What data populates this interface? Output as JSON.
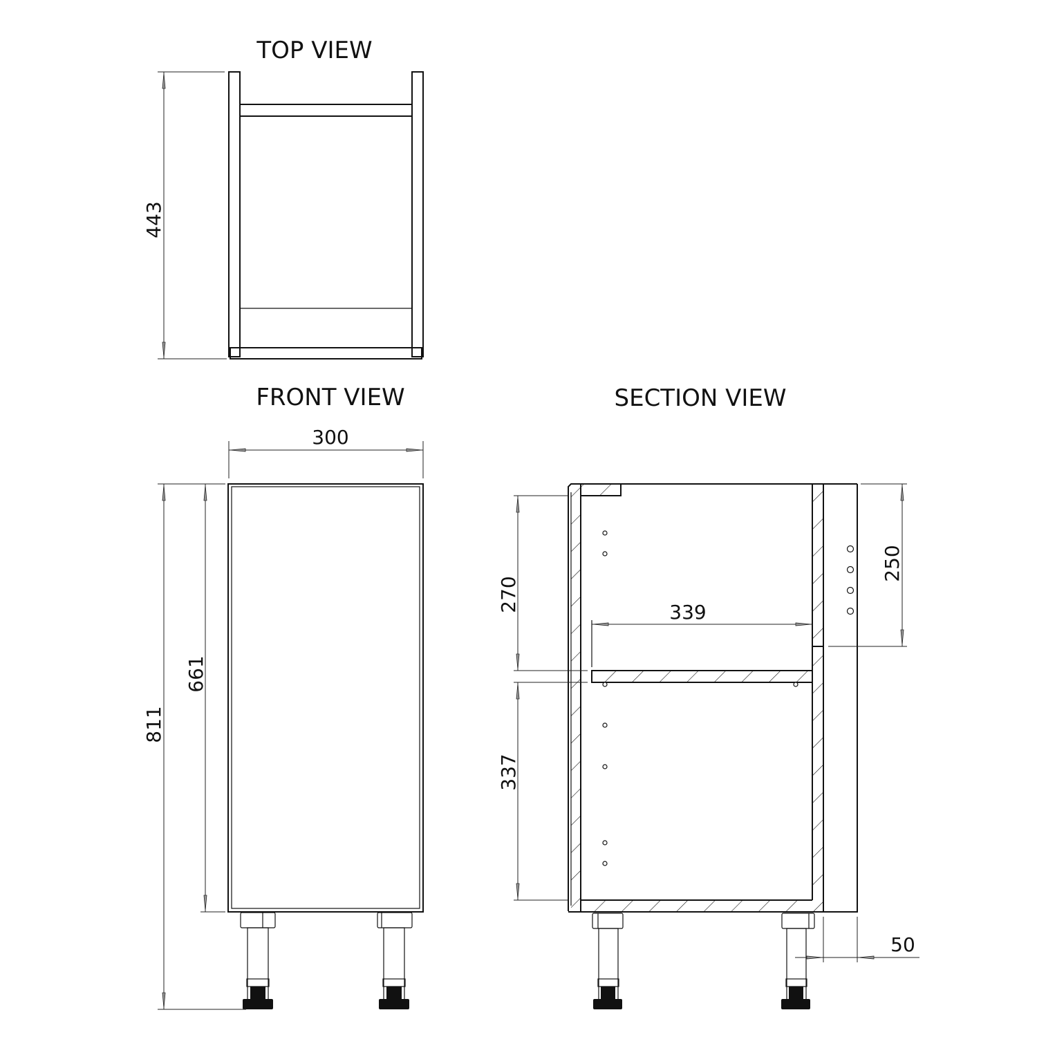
{
  "views": {
    "top": {
      "title": "TOP VIEW",
      "depth_label": "443"
    },
    "front": {
      "title": "FRONT VIEW",
      "width_label": "300",
      "height_label": "811",
      "door_label": "661"
    },
    "section": {
      "title": "SECTION VIEW",
      "upper_label": "270",
      "lower_label": "337",
      "shelf_depth_label": "339",
      "back_gap_label": "250",
      "leg_offset_label": "50"
    }
  }
}
